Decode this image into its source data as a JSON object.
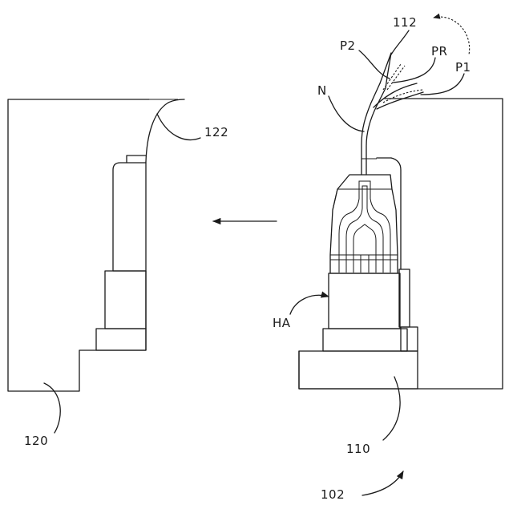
{
  "labels": {
    "ref_102": "102",
    "ref_110": "110",
    "ref_112": "112",
    "ref_120": "120",
    "ref_122": "122",
    "ref_HA": "HA",
    "ref_N": "N",
    "ref_P1": "P1",
    "ref_P2": "P2",
    "ref_PR": "PR"
  },
  "colors": {
    "line": "#1a1a1a",
    "background": "#ffffff"
  },
  "icons": {
    "direction_arrow": "left-arrow-icon",
    "rotation_arrow": "curved-arrow-icon"
  }
}
